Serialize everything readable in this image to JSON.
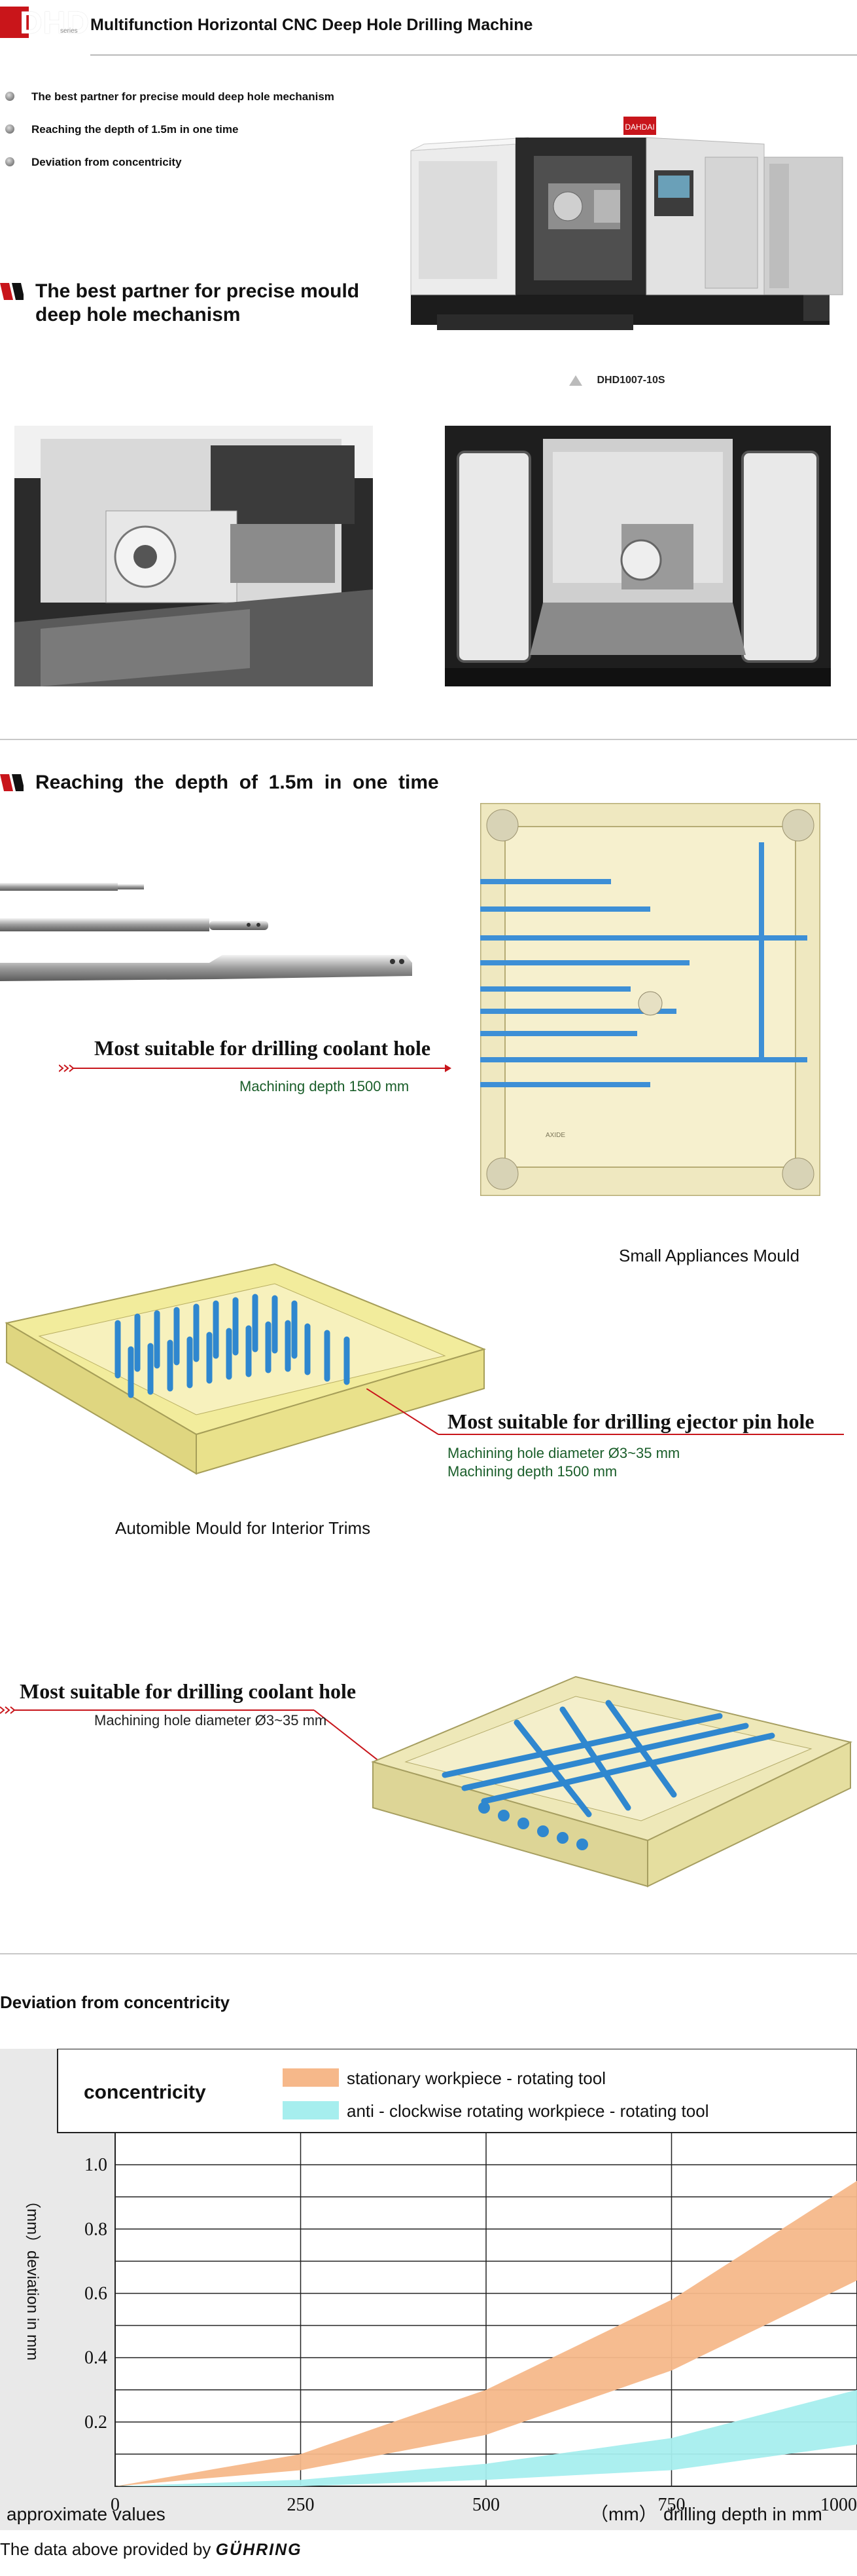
{
  "header": {
    "logo_text": "DHD",
    "logo_sub": "series",
    "title": "Multifunction Horizontal CNC Deep Hole  Drilling Machine"
  },
  "features": [
    "The best partner for precise mould deep hole mechanism",
    "Reaching the depth of 1.5m in one time",
    "Deviation from concentricity"
  ],
  "section1": {
    "heading_line1": "The best partner for precise mould",
    "heading_line2": "deep hole mechanism",
    "model_caption": "DHD1007-10S",
    "machine_badge": "DAHDAI"
  },
  "section2": {
    "heading": "Reaching  the  depth  of  1.5m  in  one  time",
    "callout1_title": "Most suitable for drilling coolant hole",
    "callout1_sub": "Machining depth 1500 mm",
    "mould1_label": "Small Appliances Mould",
    "mould2_label": "Automible Mould for Interior Trims",
    "callout2_title": "Most suitable for drilling ejector pin hole",
    "callout2_sub1": "Machining hole diameter Ø3~35 mm",
    "callout2_sub2": "Machining depth 1500 mm",
    "callout3_title": "Most suitable for drilling coolant hole",
    "callout3_sub": "Machining hole diameter Ø3~35 mm",
    "mould_tag": "AXIDE"
  },
  "section3": {
    "heading": "Deviation from concentricity"
  },
  "chart_data": {
    "type": "area",
    "title": "concentricity",
    "xlabel": "drilling depth in mm",
    "xlabel_prefix": "（mm）",
    "ylabel": "（mm）deviation in mm",
    "x_ticks": [
      "0",
      "250",
      "500",
      "750",
      "1000"
    ],
    "y_ticks": [
      "0.2",
      "0.4",
      "0.6",
      "0.8",
      "1.0"
    ],
    "xlim": [
      0,
      1000
    ],
    "ylim": [
      0,
      1.1
    ],
    "note": "approximate values",
    "series": [
      {
        "name": "stationary workpiece - rotating tool",
        "color": "#f6b88a",
        "x": [
          0,
          250,
          500,
          750,
          1000
        ],
        "lower": [
          0.0,
          0.05,
          0.16,
          0.36,
          0.64
        ],
        "upper": [
          0.0,
          0.1,
          0.3,
          0.58,
          0.95
        ]
      },
      {
        "name": "anti - clockwise rotating workpiece - rotating tool",
        "color": "#a6eeee",
        "x": [
          0,
          250,
          500,
          750,
          1000
        ],
        "lower": [
          0.0,
          0.0,
          0.02,
          0.05,
          0.13
        ],
        "upper": [
          0.0,
          0.02,
          0.07,
          0.15,
          0.3
        ]
      }
    ]
  },
  "footer": {
    "text": "The data above provided by",
    "brand": "GÜHRING"
  }
}
